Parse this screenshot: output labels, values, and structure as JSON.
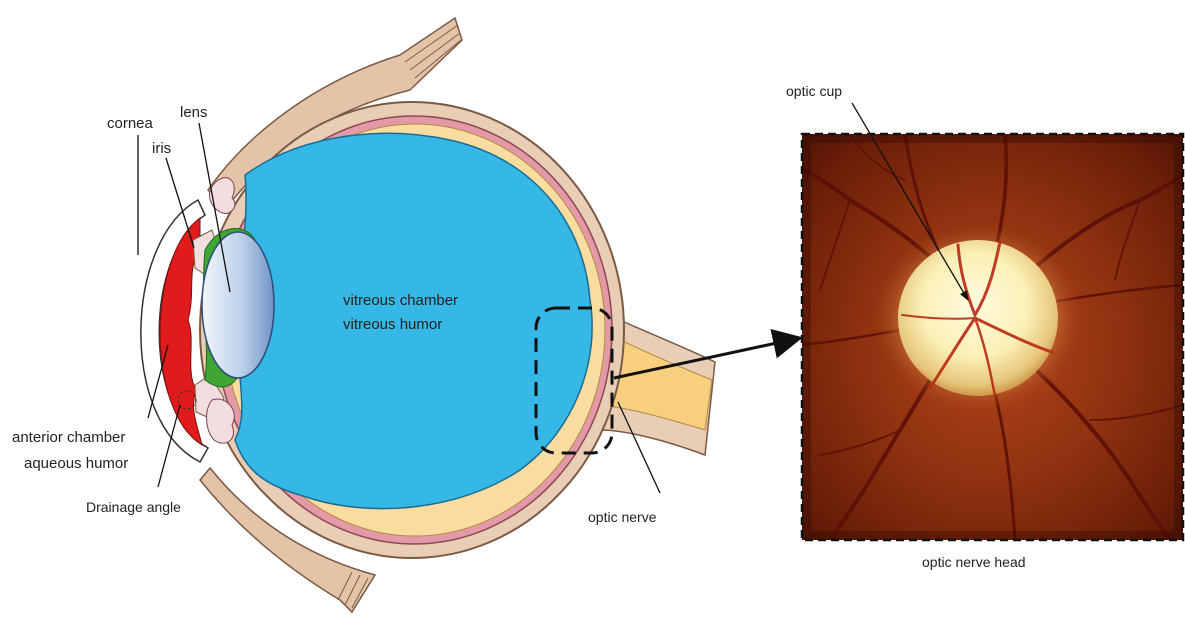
{
  "diagram": {
    "labels": {
      "cornea": "cornea",
      "iris": "iris",
      "lens": "lens",
      "vitreous_line1": "vitreous chamber",
      "vitreous_line2": "vitreous humor",
      "anterior_line1": "anterior chamber",
      "anterior_line2": "aqueous humor",
      "drainage": "Drainage angle",
      "optic_nerve": "optic nerve",
      "optic_cup": "optic cup",
      "optic_nerve_head": "optic nerve head"
    },
    "colors": {
      "vitreous": "#35b8e6",
      "anterior_chamber": "#e01b1b",
      "ciliary_green": "#3fa535",
      "sclera_tan": "#e9cdb5",
      "choroid_pink": "#e39aa6",
      "retina_yellow": "#f8dca0",
      "optic_nerve": "#f8cf7e",
      "fundus_dark": "#6a1e08",
      "disc_light": "#fbf0b6"
    }
  }
}
